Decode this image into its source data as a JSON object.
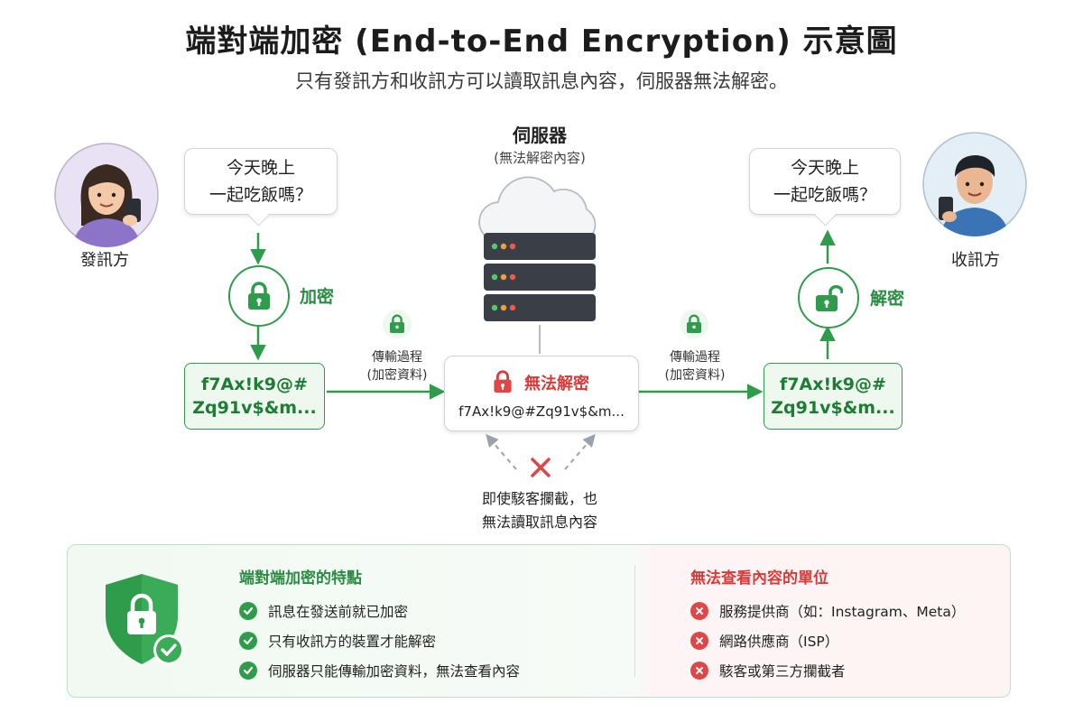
{
  "header": {
    "title": "端對端加密 (End-to-End Encryption) 示意圖",
    "subtitle": "只有發訊方和收訊方可以讀取訊息內容，伺服器無法解密。"
  },
  "sender": {
    "label": "發訊方",
    "message_line1": "今天晚上",
    "message_line2": "一起吃飯嗎？",
    "action_label": "加密",
    "cipher_line1": "f7Ax!k9@#",
    "cipher_line2": "Zq91v$&m..."
  },
  "receiver": {
    "label": "收訊方",
    "message_line1": "今天晚上",
    "message_line2": "一起吃飯嗎？",
    "action_label": "解密",
    "cipher_line1": "f7Ax!k9@#",
    "cipher_line2": "Zq91v$&m..."
  },
  "transit": {
    "left_line1": "傳輸過程",
    "left_line2": "(加密資料)",
    "right_line1": "傳輸過程",
    "right_line2": "(加密資料)"
  },
  "server": {
    "title": "伺服器",
    "subtitle": "(無法解密內容)",
    "status_label": "無法解密",
    "cipher_text": "f7Ax!k9@#Zq91v$&m...",
    "hacker_line1": "即使駭客攔截，也",
    "hacker_line2": "無法讀取訊息內容"
  },
  "features": {
    "heading": "端對端加密的特點",
    "items": [
      "訊息在發送前就已加密",
      "只有收訊方的裝置才能解密",
      "伺服器只能傳輸加密資料，無法查看內容"
    ]
  },
  "cannot_view": {
    "heading": "無法查看內容的單位",
    "items": [
      "服務提供商（如：Instagram、Meta）",
      "網路供應商（ISP）",
      "駭客或第三方攔截者"
    ]
  },
  "colors": {
    "green": "#2e9c4b",
    "red": "#d93b3b",
    "server_dark": "#3a3f47"
  },
  "icons": [
    "lock-icon",
    "unlock-icon",
    "server-icon",
    "cloud-icon",
    "shield-check-icon",
    "check-icon",
    "x-icon"
  ]
}
